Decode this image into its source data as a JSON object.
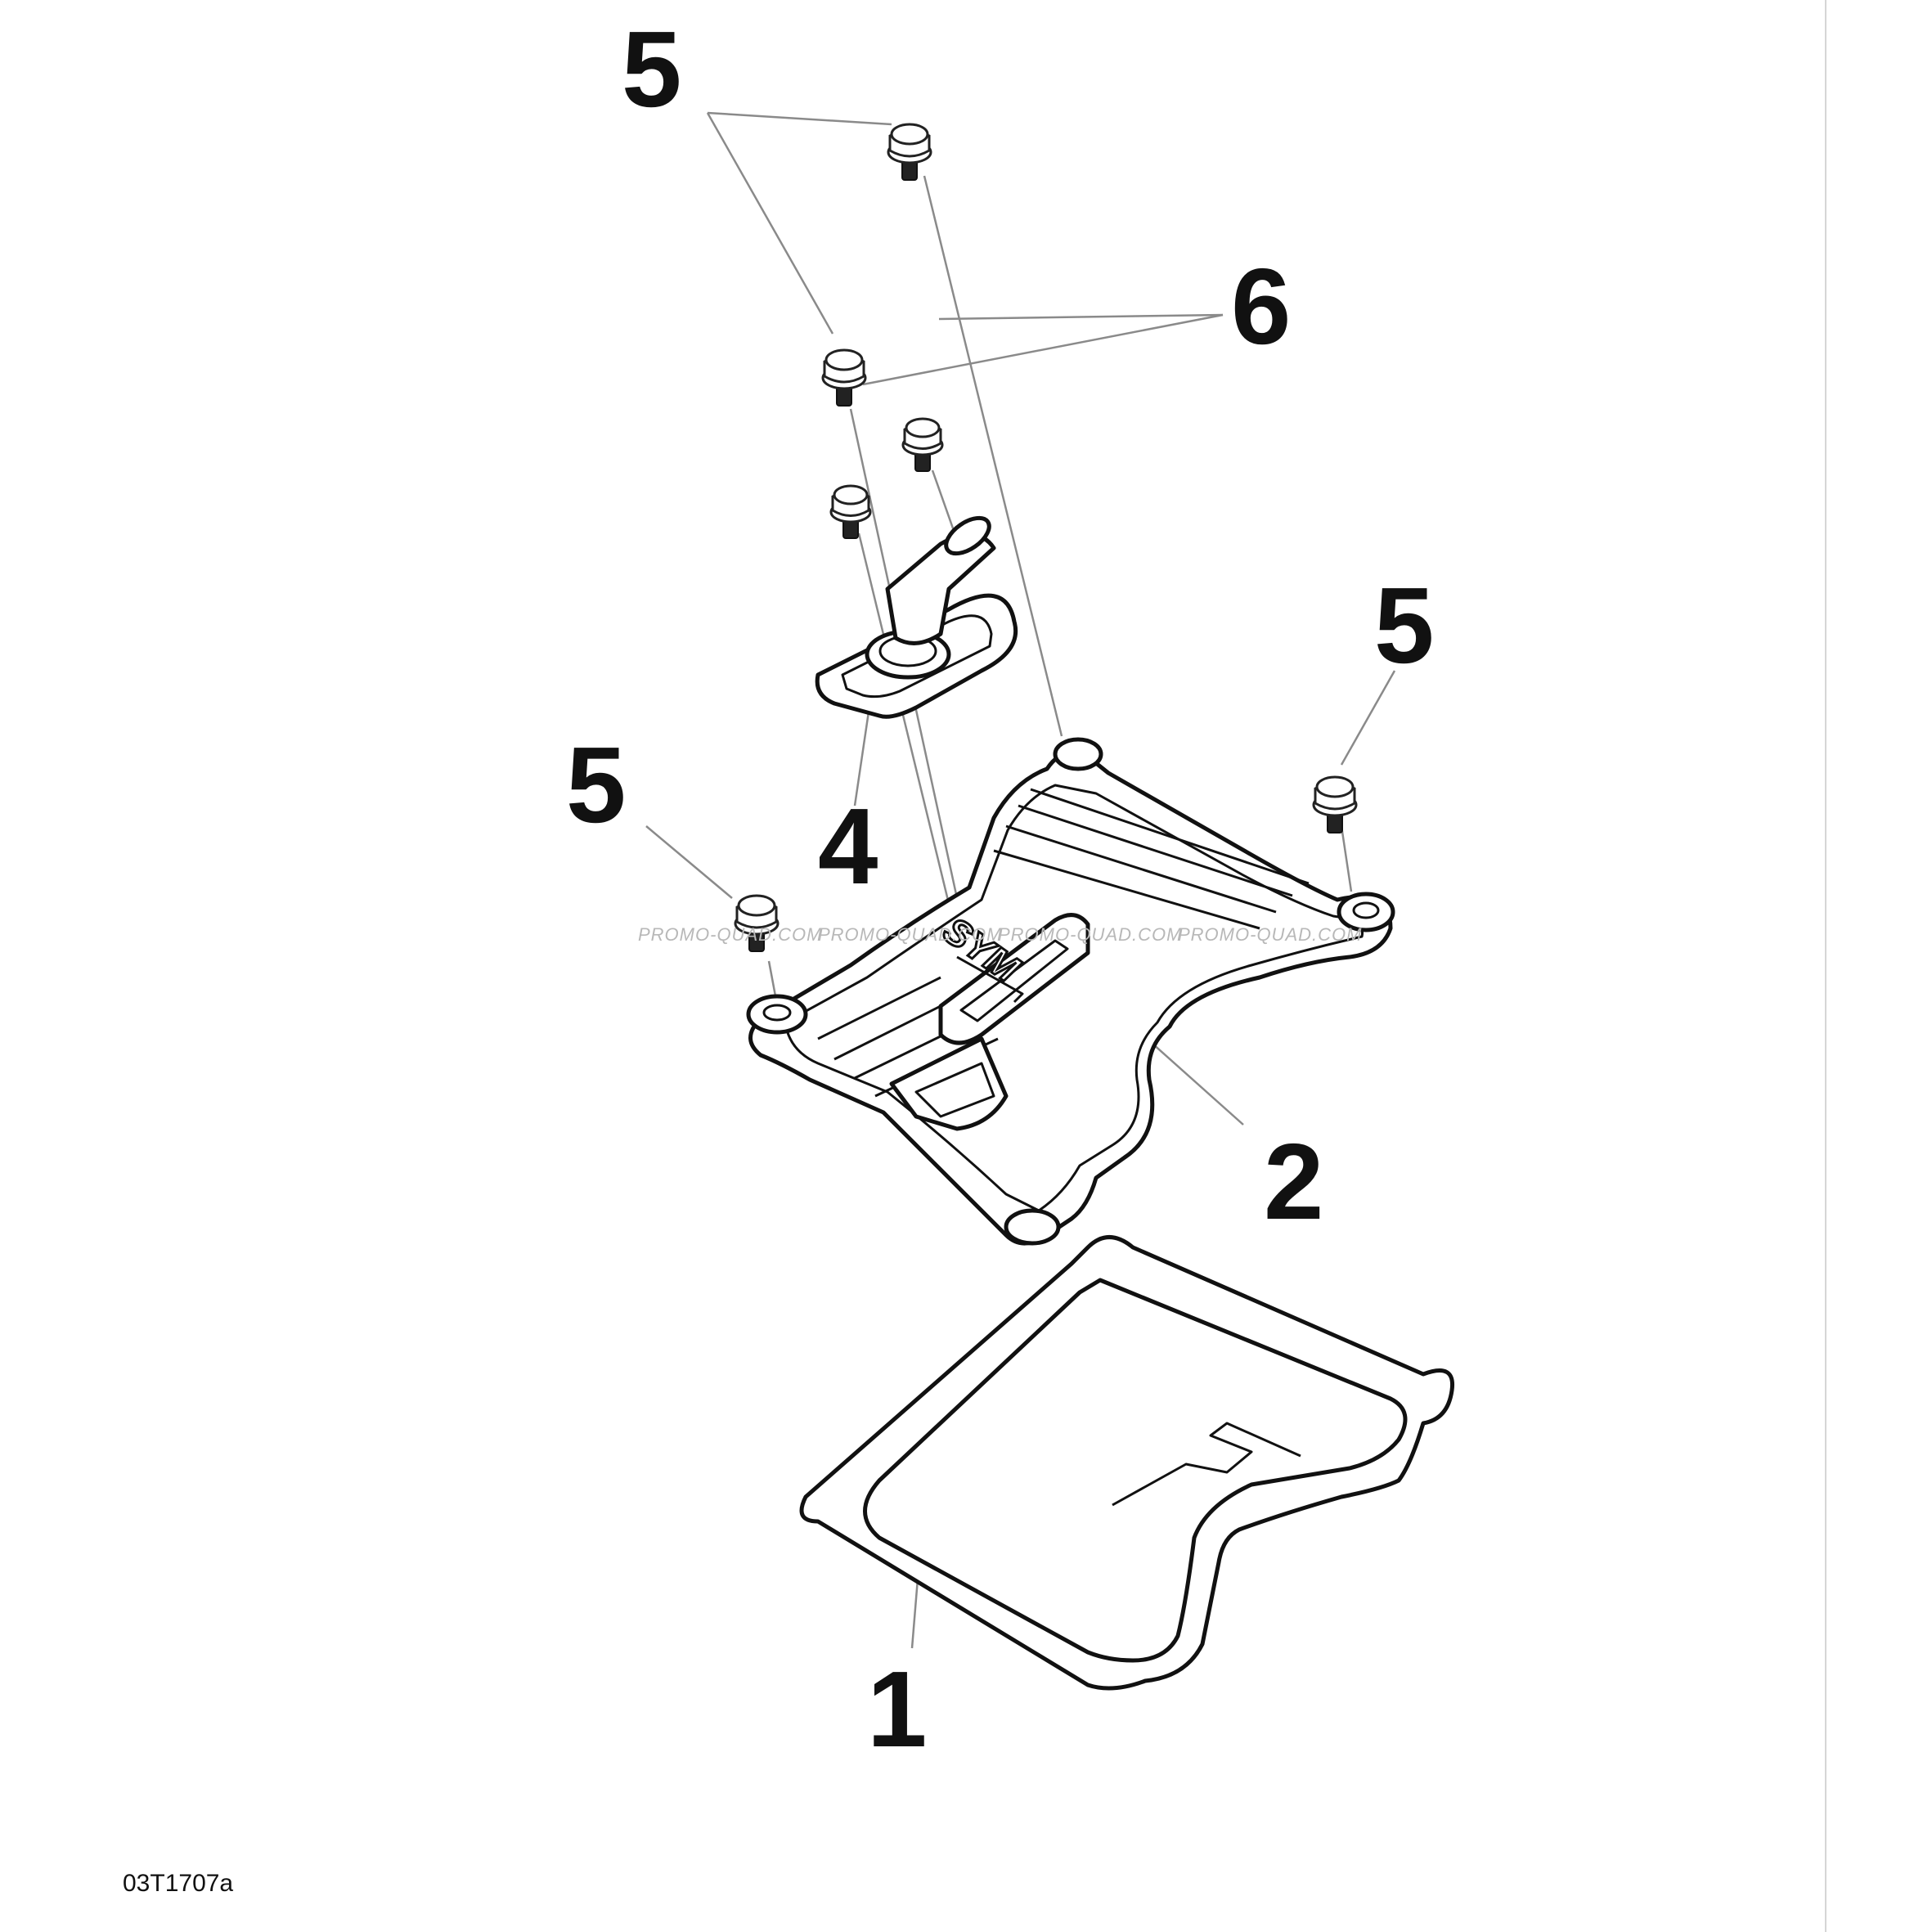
{
  "figure": {
    "code": "03T1707a",
    "watermark": "PROMO-QUAD.COM",
    "logo_text": "SYM",
    "callouts": {
      "c1": "1",
      "c2": "2",
      "c4": "4",
      "c5a": "5",
      "c5b": "5",
      "c5c": "5",
      "c6": "6"
    }
  }
}
